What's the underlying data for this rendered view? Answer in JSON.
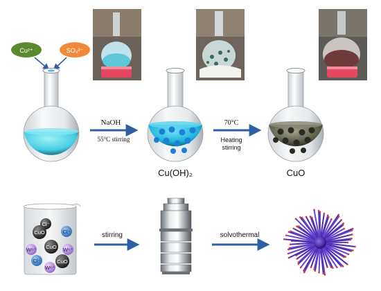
{
  "top_row": {
    "ion_labels": {
      "cu": "Cu²⁺",
      "so4": "SO₄²⁻"
    },
    "step1": {
      "reagent": "NaOH",
      "condition": "55°C stirring"
    },
    "step2": {
      "temperature": "70°C",
      "condition_line1": "Heating",
      "condition_line2": "stirring"
    },
    "product1": "Cu(OH)₂",
    "product2": "CuO"
  },
  "bottom_row": {
    "beaker_labels": {
      "cl_1": "Cl⁻",
      "cuo_1": "CuO",
      "cl_2": "Cl⁻",
      "cuo_2": "CuO",
      "w_1": "W⁶⁺",
      "cl_3": "Cl⁻",
      "w_2": "W⁶⁺",
      "cuo_3": "CuO",
      "w_3": "W⁶⁺"
    },
    "step3": "stirring",
    "step4": "solvothermal"
  },
  "colors": {
    "cu_ion": "#5a8a2e",
    "so4_ion": "#f08a3a",
    "arrow": "#2e5fa3",
    "blue_solution": "#4fd2e6",
    "cuoh2_solution": "#26b8e0",
    "cuo_solution": "#5a5a48",
    "cl_ion": "#4a86c8",
    "w_ion": "#b58fd8",
    "cuo_particle": "#3a3a3a",
    "urchin": "#4b2bb0"
  }
}
